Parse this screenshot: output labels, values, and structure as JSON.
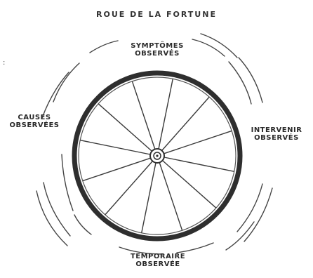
{
  "title": "ROUE DE LA FORTUNE",
  "side_mark": ":",
  "labels": {
    "top": "SYMPTÔMES\nOBSERVÉS",
    "right": "INTERVENIR\nOBSERVÉS",
    "bottom": "TEMPORAIRE\nOBSERVÉE",
    "left": "CAUSES\nOBSERVÉES"
  },
  "colors": {
    "ink": "#2b2b2b",
    "rim": "#3a3a3a",
    "motion": "#444444",
    "background": "#ffffff"
  },
  "wheel": {
    "spoke_count": 12
  },
  "icons": [
    "hub-icon"
  ]
}
